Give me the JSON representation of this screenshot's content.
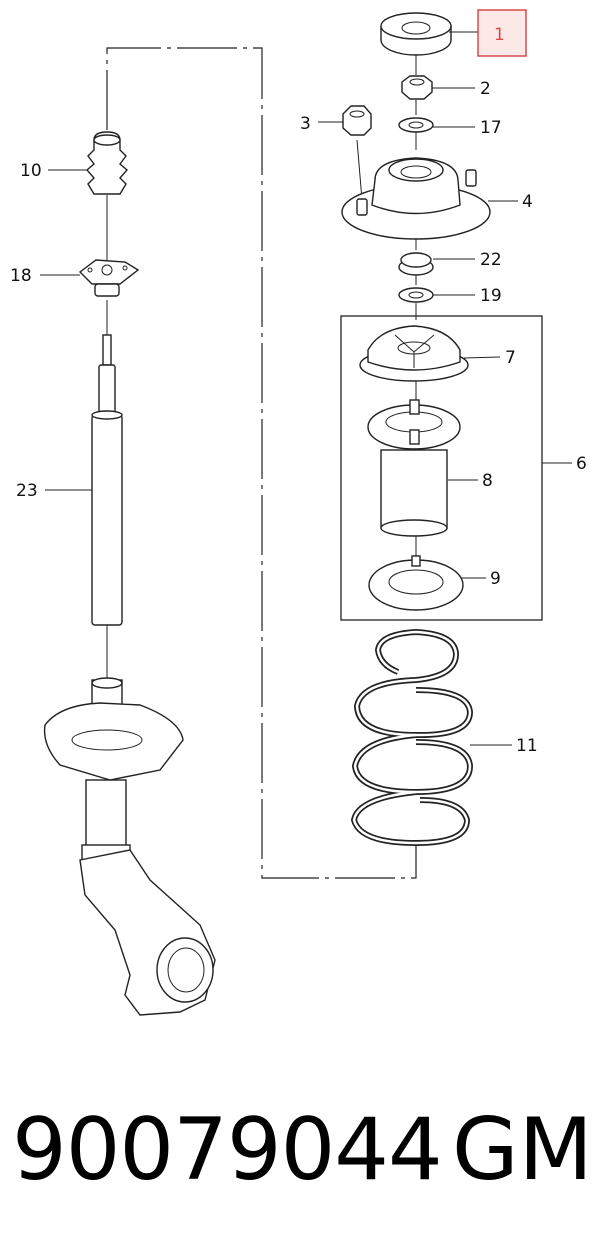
{
  "callouts": {
    "c1": "1",
    "c2": "2",
    "c3": "3",
    "c4": "4",
    "c6": "6",
    "c7": "7",
    "c8": "8",
    "c9": "9",
    "c10": "10",
    "c11": "11",
    "c17": "17",
    "c18": "18",
    "c19": "19",
    "c22": "22",
    "c23": "23"
  },
  "highlight": {
    "part": "1",
    "color": "#d94a4a",
    "fill": "#fde8e8"
  },
  "footer": {
    "part_number": "90079044",
    "brand": "GM"
  }
}
